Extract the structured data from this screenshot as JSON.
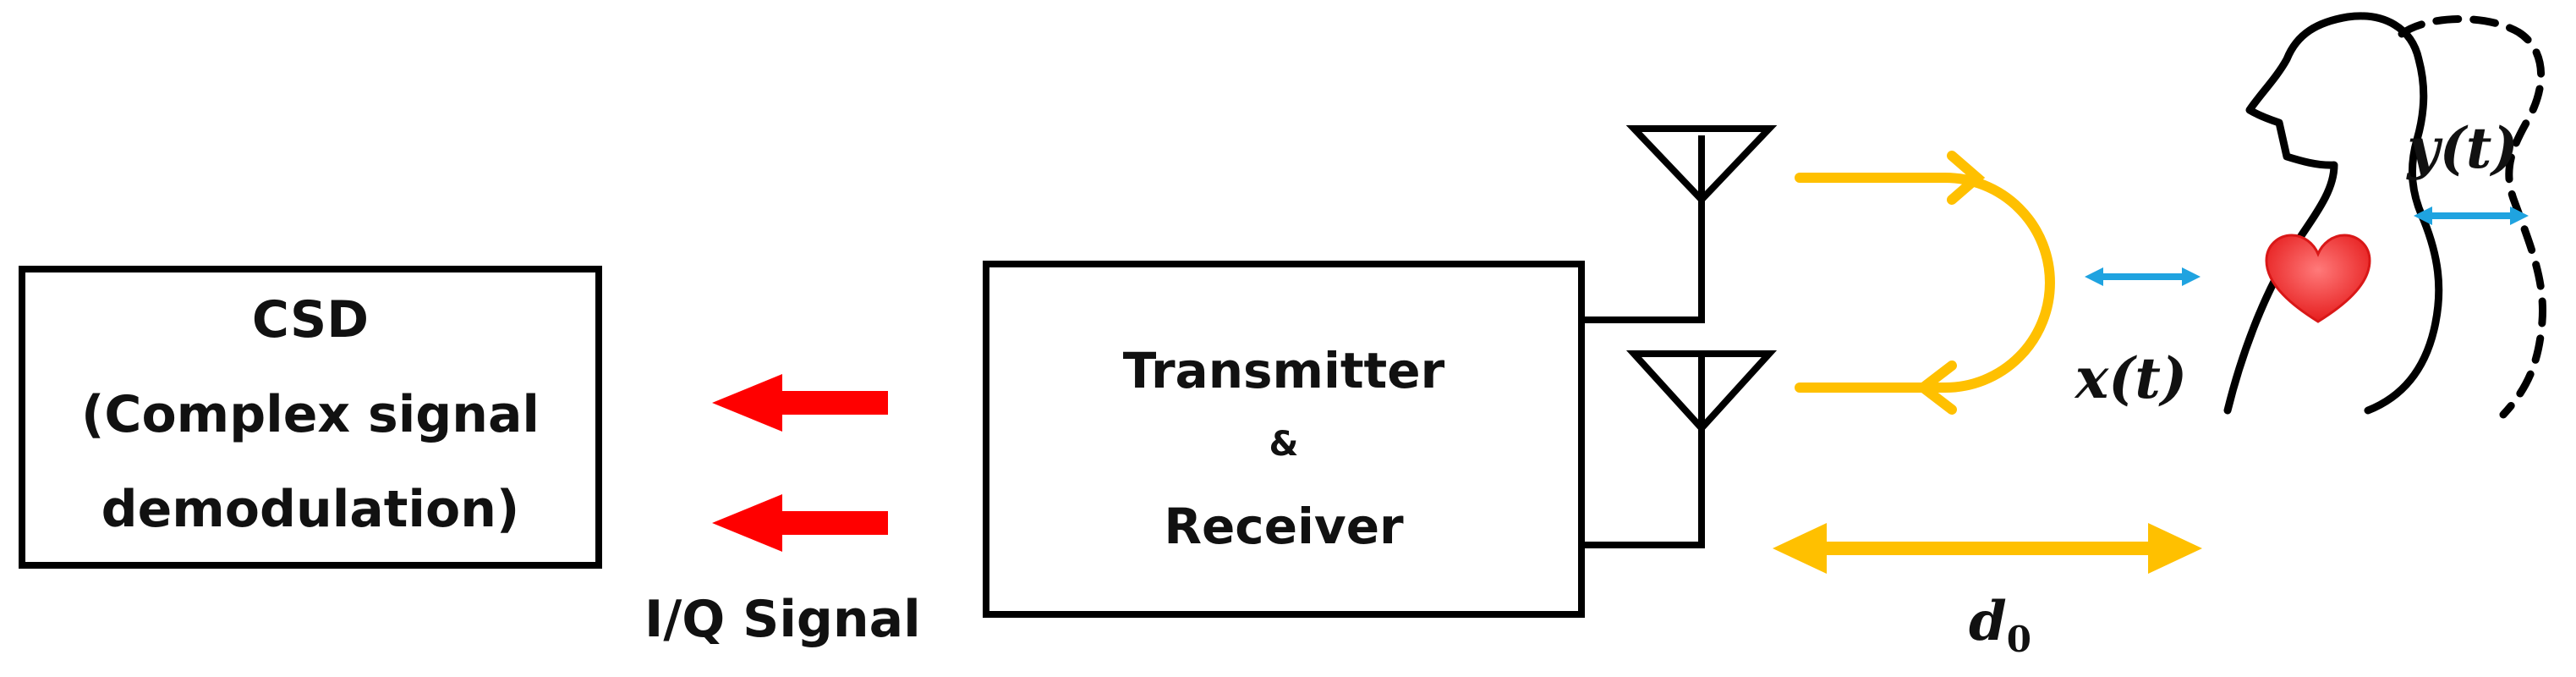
{
  "csd_box": {
    "title": "CSD",
    "line2": "(Complex signal",
    "line3": "demodulation)"
  },
  "iq_label": "I/Q Signal",
  "trx_box": {
    "line1": "Transmitter",
    "line2": "&",
    "line3": "Receiver"
  },
  "labels": {
    "x_t": "x(t)",
    "y_t": "y(t)",
    "d0_main": "d",
    "d0_sub": "0"
  },
  "colors": {
    "box_stroke": "#000000",
    "iq_arrow": "#ff0000",
    "wave": "#ffc000",
    "displacement": "#1fa3e0",
    "heart": "#ff3b3b"
  }
}
